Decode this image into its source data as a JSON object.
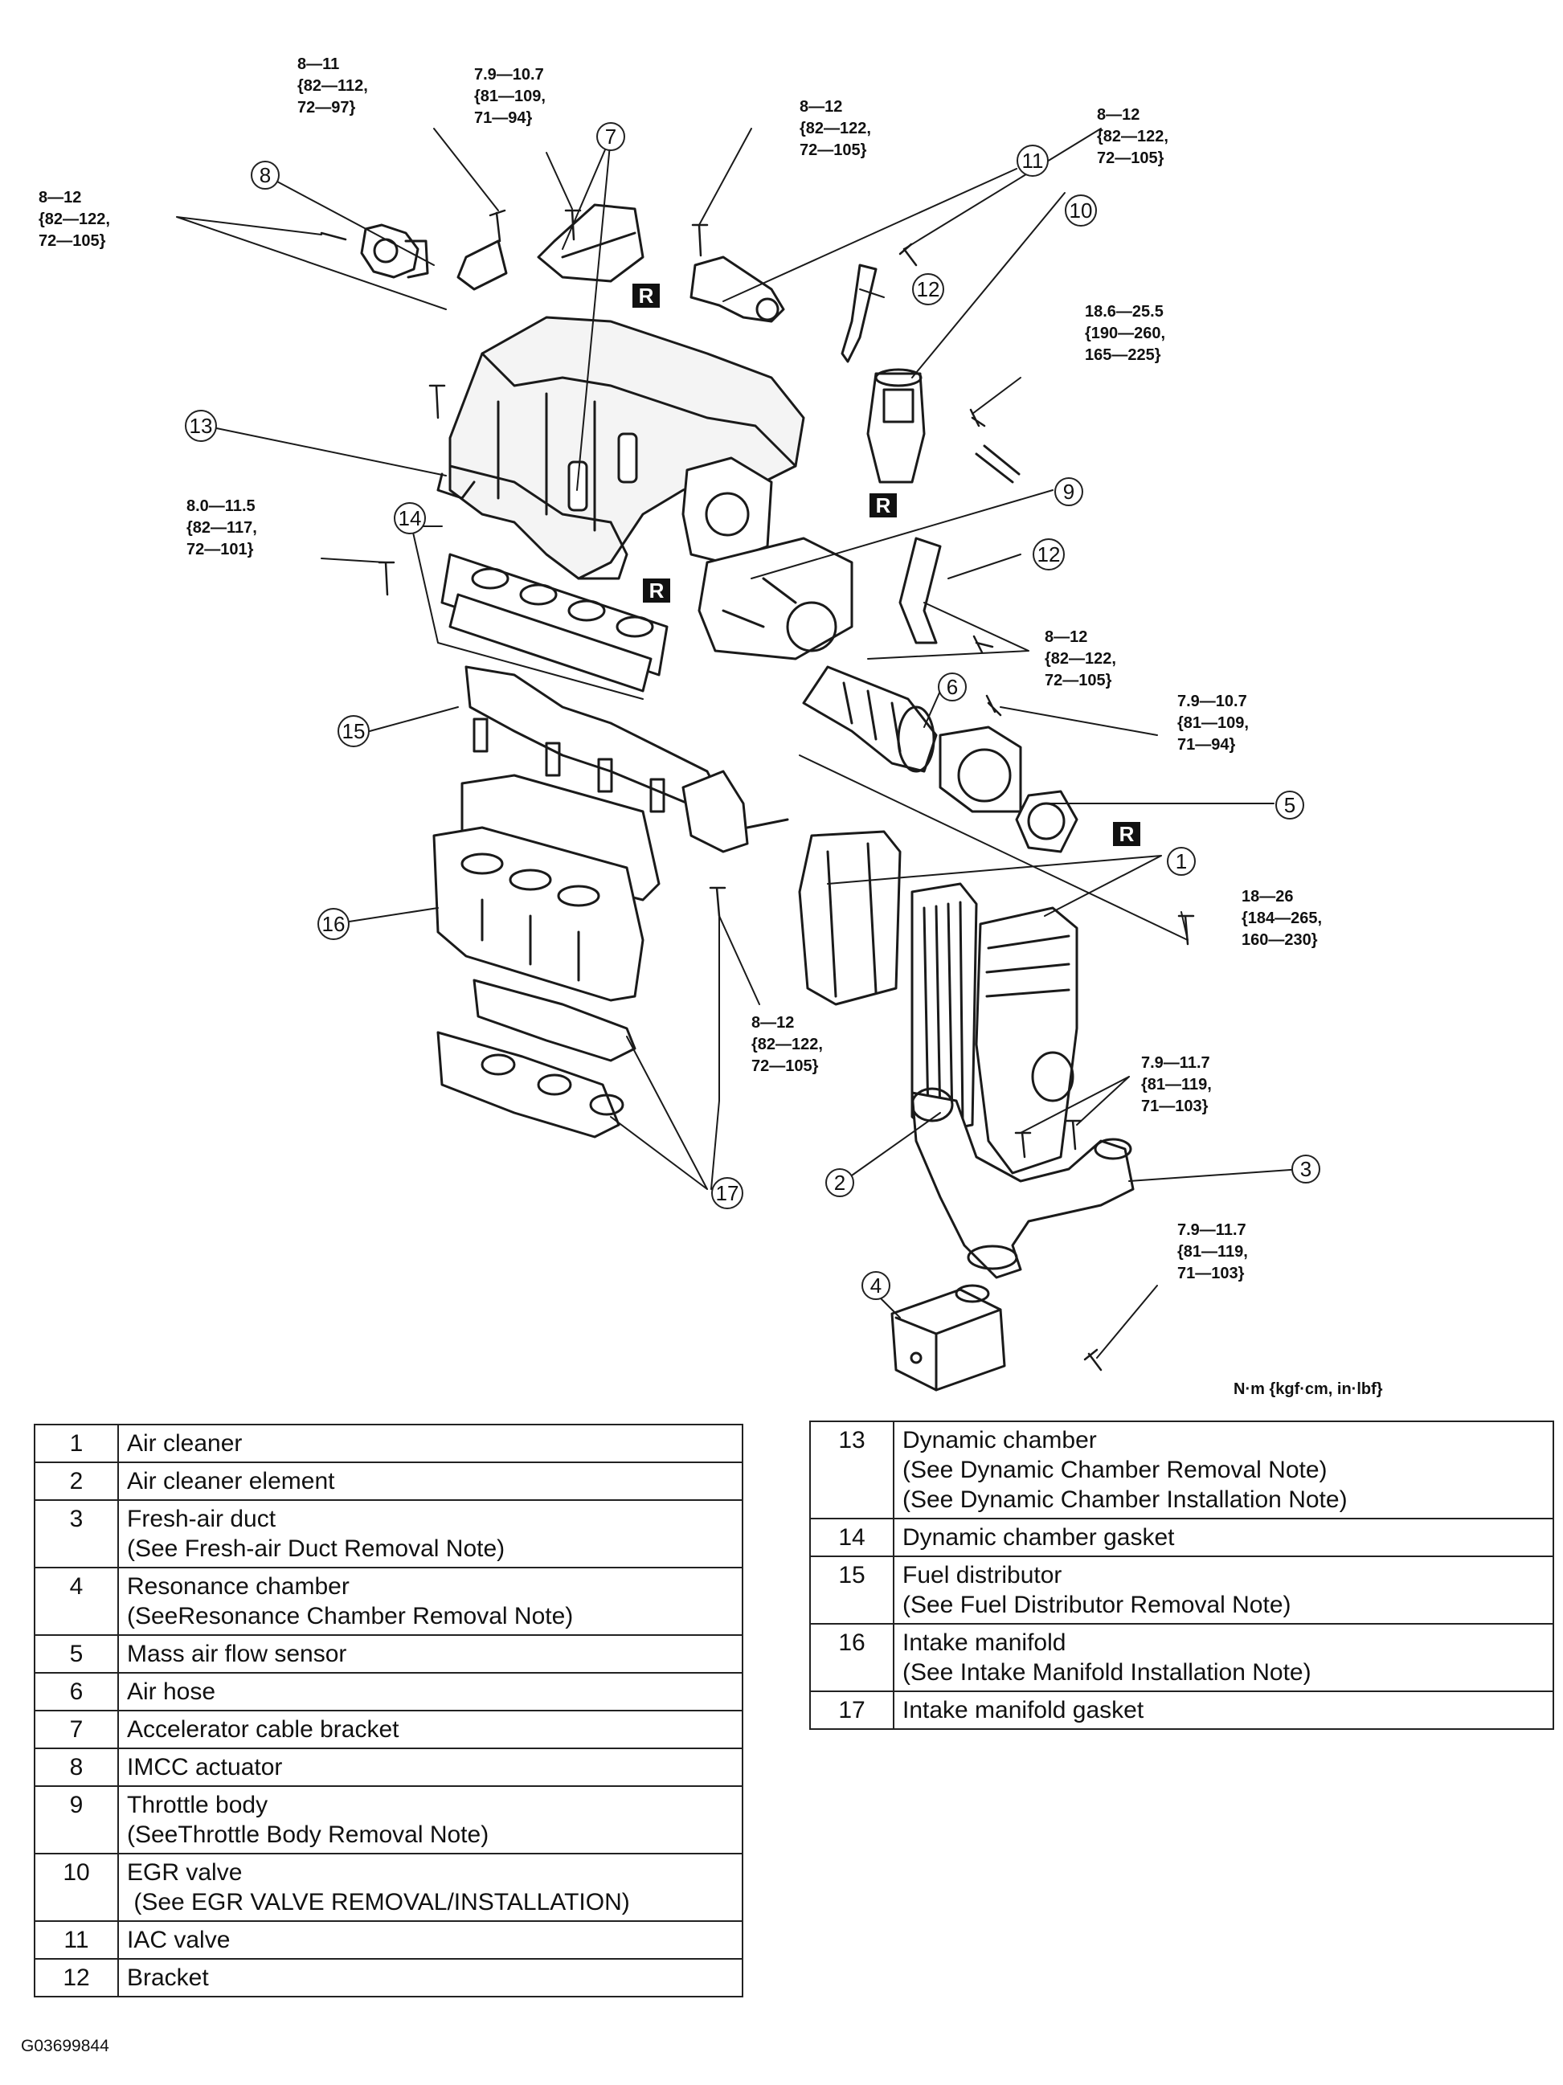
{
  "callout_numbers": [
    "1",
    "2",
    "3",
    "4",
    "5",
    "6",
    "7",
    "8",
    "9",
    "10",
    "11",
    "12",
    "12",
    "13",
    "14",
    "15",
    "16",
    "17"
  ],
  "torque_specs": [
    {
      "id": "t-8-11",
      "text": "8—11\n{82—112,\n72—97}"
    },
    {
      "id": "t-79-107-top",
      "text": "7.9—10.7\n{81—109,\n71—94}"
    },
    {
      "id": "t-8-12-a",
      "text": "8—12\n{82—122,\n72—105}"
    },
    {
      "id": "t-8-12-b",
      "text": "8—12\n{82—122,\n72—105}"
    },
    {
      "id": "t-8-12-left",
      "text": "8—12\n{82—122,\n72—105}"
    },
    {
      "id": "t-186-255",
      "text": "18.6—25.5\n{190—260,\n165—225}"
    },
    {
      "id": "t-80-115",
      "text": "8.0—11.5\n{82—117,\n72—101}"
    },
    {
      "id": "t-8-12-mid",
      "text": "8—12\n{82—122,\n72—105}"
    },
    {
      "id": "t-79-107-mid",
      "text": "7.9—10.7\n{81—109,\n71—94}"
    },
    {
      "id": "t-18-26",
      "text": "18—26\n{184—265,\n160—230}"
    },
    {
      "id": "t-79-117-a",
      "text": "7.9—11.7\n{81—119,\n71—103}"
    },
    {
      "id": "t-8-12-low",
      "text": "8—12\n{82—122,\n72—105}"
    },
    {
      "id": "t-79-117-b",
      "text": "7.9—11.7\n{81—119,\n71—103}"
    }
  ],
  "replace_marker": "R",
  "units_note": "N·m {kgf·cm, in·lbf}",
  "parts_left": [
    {
      "num": "1",
      "desc": "Air cleaner"
    },
    {
      "num": "2",
      "desc": "Air cleaner element"
    },
    {
      "num": "3",
      "desc": "Fresh-air duct\n(See Fresh-air Duct Removal Note)"
    },
    {
      "num": "4",
      "desc": "Resonance chamber\n(SeeResonance Chamber Removal Note)"
    },
    {
      "num": "5",
      "desc": "Mass air flow sensor"
    },
    {
      "num": "6",
      "desc": "Air hose"
    },
    {
      "num": "7",
      "desc": "Accelerator cable bracket"
    },
    {
      "num": "8",
      "desc": "IMCC actuator"
    },
    {
      "num": "9",
      "desc": "Throttle body\n(SeeThrottle Body Removal Note)"
    },
    {
      "num": "10",
      "desc": "EGR valve\n (See EGR VALVE REMOVAL/INSTALLATION)"
    },
    {
      "num": "11",
      "desc": "IAC valve"
    },
    {
      "num": "12",
      "desc": "Bracket"
    }
  ],
  "parts_right": [
    {
      "num": "13",
      "desc": "Dynamic chamber\n(See Dynamic Chamber Removal Note)\n(See Dynamic Chamber Installation Note)"
    },
    {
      "num": "14",
      "desc": "Dynamic chamber gasket"
    },
    {
      "num": "15",
      "desc": "Fuel distributor\n(See Fuel Distributor Removal Note)"
    },
    {
      "num": "16",
      "desc": "Intake manifold\n(See Intake Manifold Installation Note)"
    },
    {
      "num": "17",
      "desc": "Intake manifold gasket"
    }
  ],
  "figure_code": "G03699844"
}
